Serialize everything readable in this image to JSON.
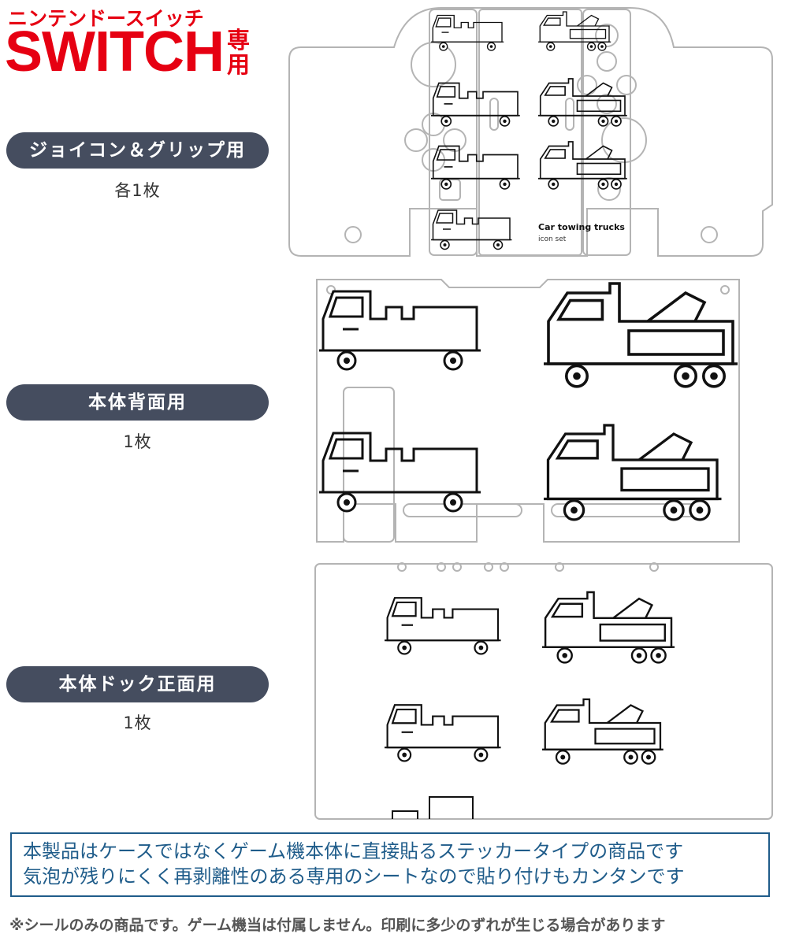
{
  "brand": {
    "subtitle": "ニンテンドースイッチ",
    "title": "SWITCH",
    "tag": "専用",
    "color": "#e60012"
  },
  "sections": [
    {
      "label": "ジョイコン＆グリップ用",
      "quantity": "各1枚"
    },
    {
      "label": "本体背面用",
      "quantity": "1枚"
    },
    {
      "label": "本体ドック正面用",
      "quantity": "1枚"
    }
  ],
  "artwork": {
    "caption_title": "Car towing trucks",
    "caption_sub": "icon set"
  },
  "info": {
    "line1": "本製品はケースではなくゲーム機本体に直接貼るステッカータイプの商品です",
    "line2": "気泡が残りにくく再剥離性のある専用のシートなので貼り付けもカンタンです"
  },
  "note": "※シールのみの商品です。ゲーム機当は付属しません。印刷に多少のずれが生じる場合があります",
  "colors": {
    "pill": "#454d5f",
    "info": "#1f5c8a",
    "outline": "#b4b4b4"
  }
}
